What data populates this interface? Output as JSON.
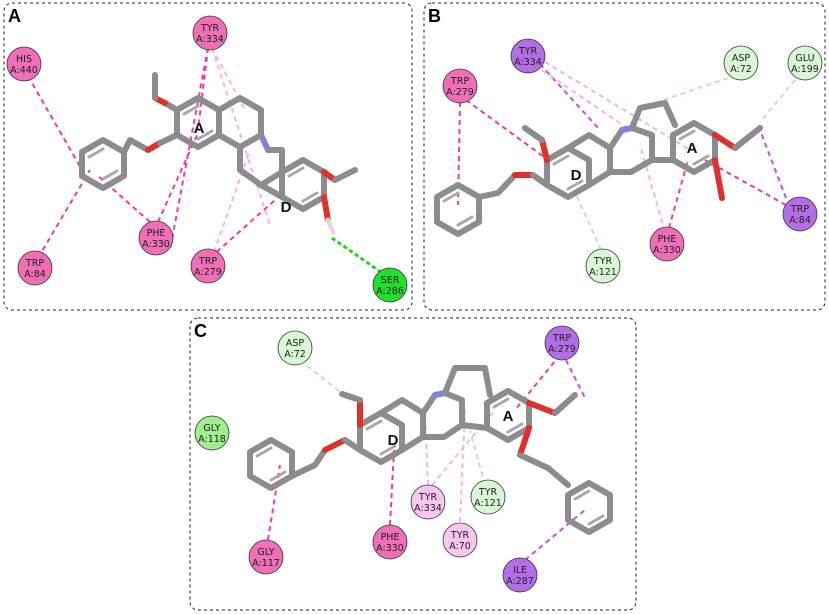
{
  "panels": [
    {
      "label": "A",
      "rings": [
        "A",
        "D"
      ],
      "residues": [
        {
          "line1": "HIS",
          "line2": "A:440",
          "color": "#ee6fb5"
        },
        {
          "line1": "TYR",
          "line2": "A:334",
          "color": "#ee6fb5"
        },
        {
          "line1": "TRP",
          "line2": "A:84",
          "color": "#ee6fb5"
        },
        {
          "line1": "PHE",
          "line2": "A:330",
          "color": "#ee6fb5"
        },
        {
          "line1": "TRP",
          "line2": "A:279",
          "color": "#ee6fb5"
        },
        {
          "line1": "SER",
          "line2": "A:286",
          "color": "#22e02a"
        }
      ]
    },
    {
      "label": "B",
      "rings": [
        "D",
        "A"
      ],
      "residues": [
        {
          "line1": "TRP",
          "line2": "A:279",
          "color": "#ee6fb5"
        },
        {
          "line1": "TYR",
          "line2": "A:334",
          "color": "#b36ee6"
        },
        {
          "line1": "ASP",
          "line2": "A:72",
          "color": "#d9f7d6"
        },
        {
          "line1": "GLU",
          "line2": "A:199",
          "color": "#d9f7d6"
        },
        {
          "line1": "TRP",
          "line2": "A:84",
          "color": "#b36ee6"
        },
        {
          "line1": "PHE",
          "line2": "A:330",
          "color": "#ee6fb5"
        },
        {
          "line1": "TYR",
          "line2": "A:121",
          "color": "#d9f7d6"
        }
      ]
    },
    {
      "label": "C",
      "rings": [
        "D",
        "A"
      ],
      "residues": [
        {
          "line1": "ASP",
          "line2": "A:72",
          "color": "#d9f7d6"
        },
        {
          "line1": "TRP",
          "line2": "A:279",
          "color": "#b36ee6"
        },
        {
          "line1": "GLY",
          "line2": "A:118",
          "color": "#9ef08f"
        },
        {
          "line1": "TYR",
          "line2": "A:334",
          "color": "#f7c6ee"
        },
        {
          "line1": "TYR",
          "line2": "A:121",
          "color": "#d9f7d6"
        },
        {
          "line1": "TYR",
          "line2": "A:70",
          "color": "#f7c6ee"
        },
        {
          "line1": "GLY",
          "line2": "A:117",
          "color": "#ee6fb5"
        },
        {
          "line1": "PHE",
          "line2": "A:330",
          "color": "#ee6fb5"
        },
        {
          "line1": "ILE",
          "line2": "A:287",
          "color": "#b36ee6"
        }
      ]
    }
  ],
  "interaction_colors": {
    "pi_pi": "#ec3ba6",
    "pi_alkyl": "#c64ee3",
    "hbond": "#22d322",
    "carbon_hbond": "#b8eab3",
    "amide_pi": "#f4b3e4",
    "carbon": "#8c8c8c",
    "oxygen": "#e0302c",
    "nitrogen": "#7f7fe8"
  }
}
